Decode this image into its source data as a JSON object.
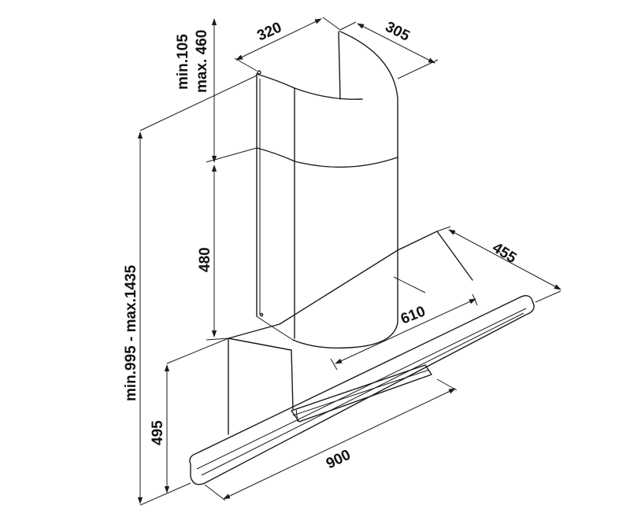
{
  "dimensions": {
    "chimney_width": "320",
    "chimney_depth": "305",
    "chimney_top_min": "min.105",
    "chimney_top_max": "max. 460",
    "chimney_lower": "480",
    "total_height": "min.995 - max.1435",
    "hood_depth": "455",
    "hood_width": "610",
    "glass_height": "495",
    "canopy_width": "900"
  },
  "colors": {
    "line": "#1a1a1a",
    "background": "#ffffff"
  }
}
